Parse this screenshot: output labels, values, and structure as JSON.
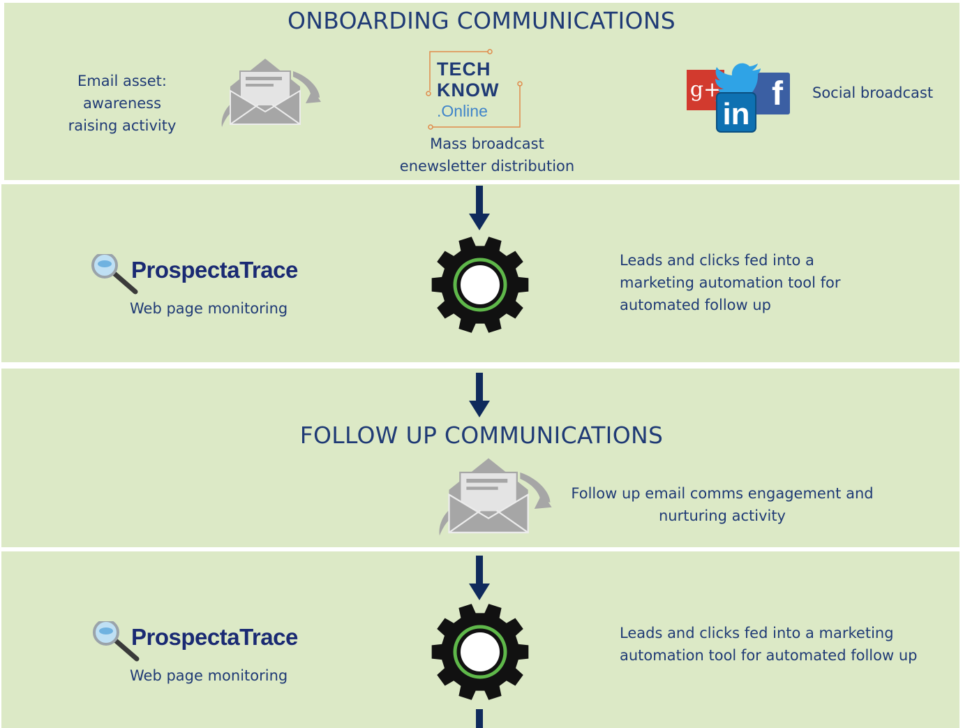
{
  "onboarding": {
    "title": "ONBOARDING COMMUNICATIONS",
    "email_asset": [
      "Email asset:",
      "awareness",
      "raising activity"
    ],
    "techknow_logo": [
      "TECH",
      "KNOW",
      ".Online"
    ],
    "mass_broadcast": [
      "Mass broadcast",
      "enewsletter distribution"
    ],
    "social_broadcast": "Social broadcast"
  },
  "monitoring_1": {
    "brand": "ProspectaTrace",
    "caption": "Web page monitoring",
    "description": [
      "Leads and clicks fed into a",
      "marketing automation tool for",
      "automated follow up"
    ]
  },
  "follow_up": {
    "title": "FOLLOW UP COMMUNICATIONS",
    "description": [
      "Follow up email comms engagement and",
      "nurturing activity"
    ]
  },
  "monitoring_2": {
    "brand": "ProspectaTrace",
    "caption": "Web page monitoring",
    "description": [
      "Leads and clicks fed into a marketing",
      "automation tool for automated follow up"
    ]
  },
  "colors": {
    "band_background": "#dce9c6",
    "text": "#1f3a75",
    "arrow": "#0f2a5c",
    "gear": "#111111",
    "gear_ring": "#5fb84a",
    "envelope": "#a6a6a6"
  }
}
